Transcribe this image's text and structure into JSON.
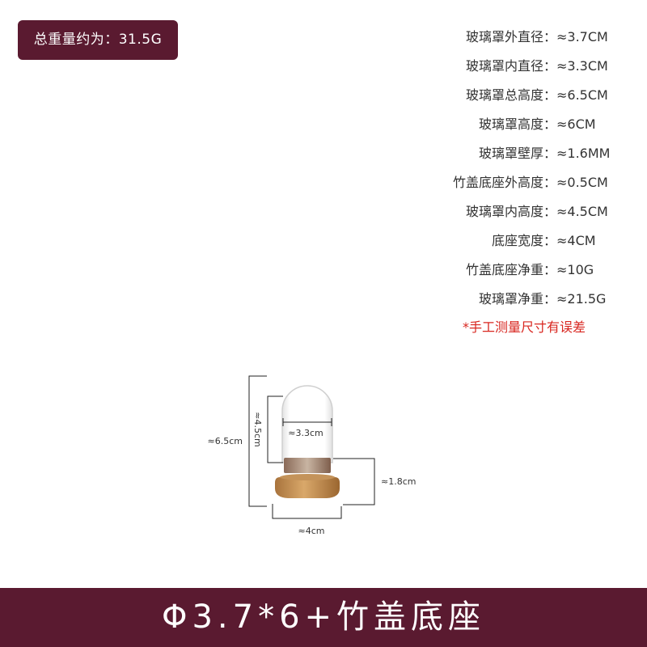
{
  "header": {
    "total_weight": "总重量约为：31.5G"
  },
  "specs": [
    {
      "label": "玻璃罩外直径：",
      "value": "≈3.7CM"
    },
    {
      "label": "玻璃罩内直径：",
      "value": "≈3.3CM"
    },
    {
      "label": "玻璃罩总高度：",
      "value": "≈6.5CM"
    },
    {
      "label": "玻璃罩高度：",
      "value": "≈6CM"
    },
    {
      "label": "玻璃罩壁厚：",
      "value": "≈1.6MM"
    },
    {
      "label": "竹盖底座外高度：",
      "value": "≈0.5CM"
    },
    {
      "label": "玻璃罩内高度：",
      "value": "≈4.5CM"
    },
    {
      "label": "底座宽度：",
      "value": "≈4CM"
    },
    {
      "label": "竹盖底座净重：",
      "value": "≈10G"
    },
    {
      "label": "玻璃罩净重：",
      "value": "≈21.5G"
    }
  ],
  "note": "*手工测量尺寸有误差",
  "diagram": {
    "total_height": "≈6.5cm",
    "inner_height": "≈4.5cm",
    "inner_diameter": "≈3.3cm",
    "base_height": "≈1.8cm",
    "base_width": "≈4cm"
  },
  "footer": {
    "title": "Φ3.7*6+竹盖底座"
  },
  "colors": {
    "brand": "#5a1a30",
    "note": "#d8261f"
  }
}
